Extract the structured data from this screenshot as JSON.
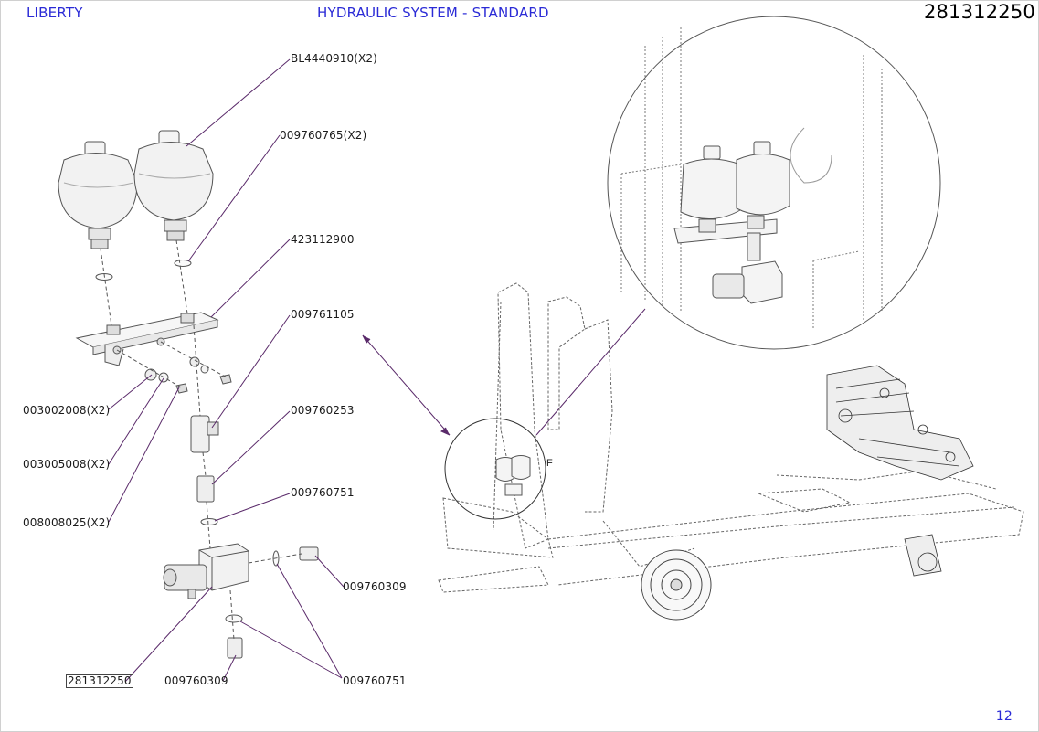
{
  "header": {
    "brand": "LIBERTY",
    "title": "HYDRAULIC SYSTEM - STANDARD",
    "doc_number": "281312250"
  },
  "footer": {
    "page_number": "12"
  },
  "detail_marker": "F",
  "part_labels": [
    "BL4440910(X2)",
    "009760765(X2)",
    "423112900",
    "009761105",
    "003002008(X2)",
    "009760253",
    "003005008(X2)",
    "009760751",
    "008008025(X2)",
    "009760309",
    "281312250",
    "009760309",
    "009760751"
  ],
  "colors": {
    "header_text": "#2b2bd6",
    "leader": "#5a2a6a",
    "outline": "#555555"
  }
}
